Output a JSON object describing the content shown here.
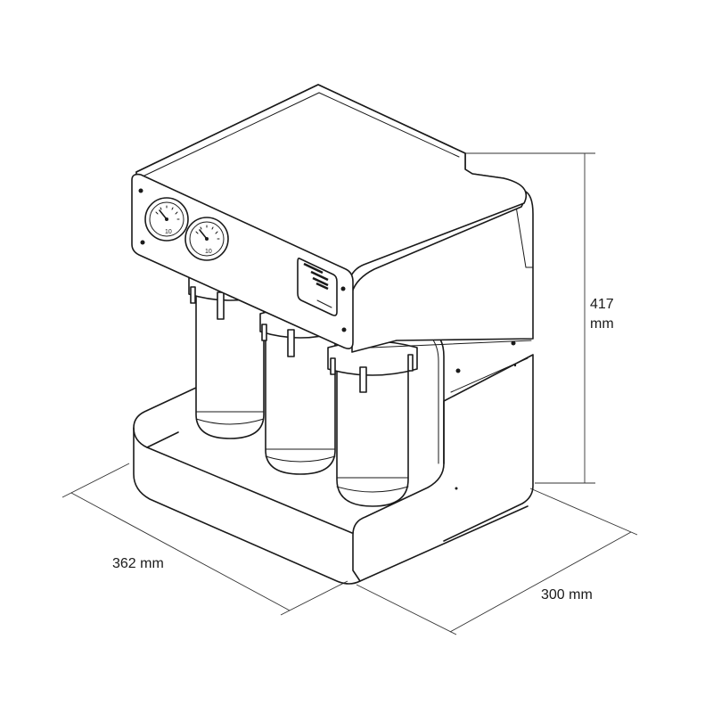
{
  "dimensions": {
    "height": {
      "value": "417",
      "unit": "mm"
    },
    "width": "362 mm",
    "depth": "300 mm"
  }
}
